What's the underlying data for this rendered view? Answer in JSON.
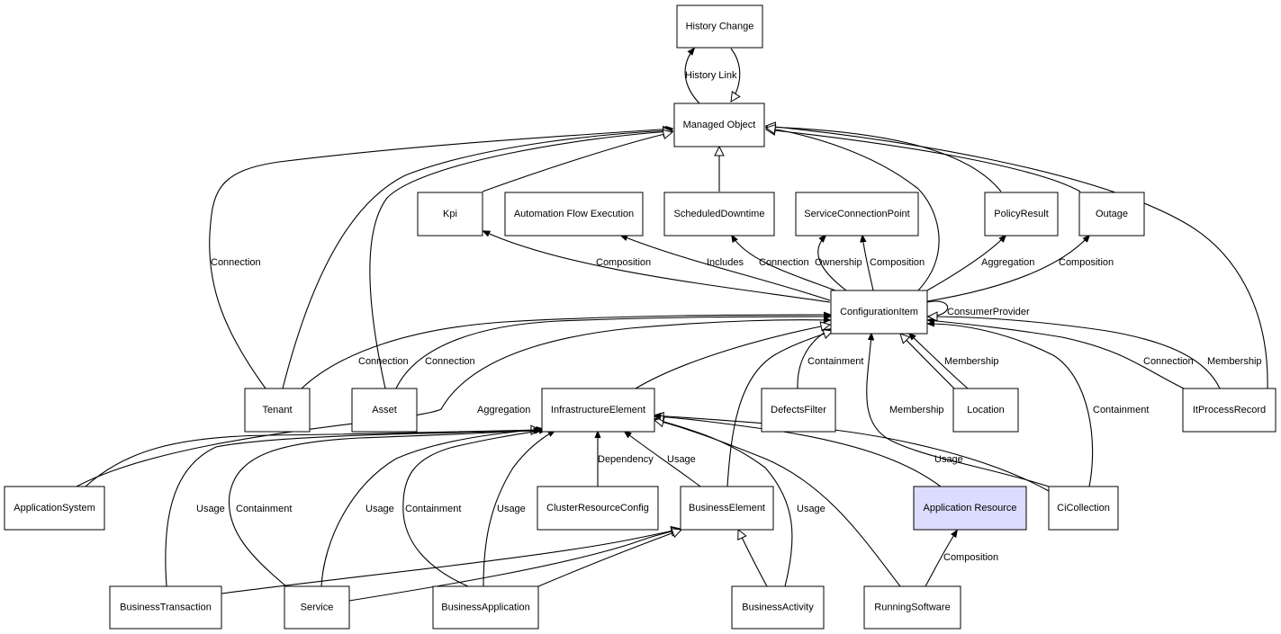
{
  "nodes": {
    "history_change": "History Change",
    "managed_object": "Managed Object",
    "kpi": "Kpi",
    "automation_flow_execution": "Automation Flow Execution",
    "scheduled_downtime": "ScheduledDowntime",
    "service_connection_point": "ServiceConnectionPoint",
    "policy_result": "PolicyResult",
    "outage": "Outage",
    "configuration_item": "ConfigurationItem",
    "tenant": "Tenant",
    "asset": "Asset",
    "infrastructure_element": "InfrastructureElement",
    "defects_filter": "DefectsFilter",
    "location": "Location",
    "it_process_record": "ItProcessRecord",
    "application_system": "ApplicationSystem",
    "cluster_resource_config": "ClusterResourceConfig",
    "business_element": "BusinessElement",
    "application_resource": "Application Resource",
    "ci_collection": "CiCollection",
    "business_transaction": "BusinessTransaction",
    "service": "Service",
    "business_application": "BusinessApplication",
    "business_activity": "BusinessActivity",
    "running_software": "RunningSoftware"
  },
  "edge_labels": {
    "history_link": "History Link",
    "connection_tenant_mo": "Connection",
    "composition_kpi": "Composition",
    "includes": "Includes",
    "connection_sd": "Connection",
    "ownership": "Ownership",
    "composition_scp": "Composition",
    "aggregation_pr": "Aggregation",
    "composition_outage": "Composition",
    "consumer_provider": "ConsumerProvider",
    "connection_tenant": "Connection",
    "connection_asset": "Connection",
    "containment_df": "Containment",
    "membership_location": "Membership",
    "connection_itpr": "Connection",
    "membership_itpr": "Membership",
    "aggregation_as": "Aggregation",
    "membership_cic": "Membership",
    "containment_cic": "Containment",
    "dependency": "Dependency",
    "usage_be": "Usage",
    "usage_cic": "Usage",
    "usage_bt": "Usage",
    "containment_service": "Containment",
    "usage_service": "Usage",
    "containment_ba": "Containment",
    "usage_ba": "Usage",
    "usage_bact": "Usage",
    "composition_rs": "Composition"
  },
  "colors": {
    "highlight_fill": "#dcdcff",
    "node_fill": "#ffffff",
    "stroke": "#000000"
  }
}
